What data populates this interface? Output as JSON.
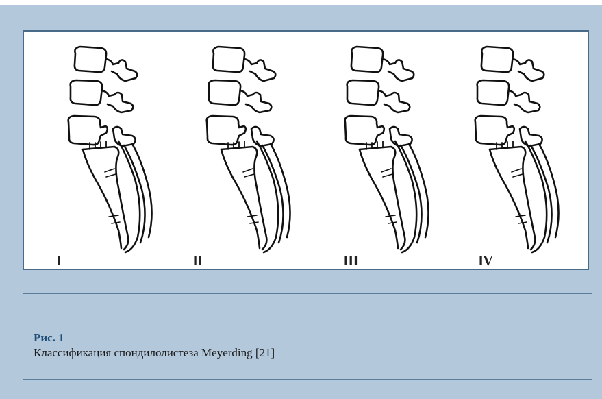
{
  "figure": {
    "panels": [
      {
        "label": "I"
      },
      {
        "label": "II"
      },
      {
        "label": "III"
      },
      {
        "label": "IV"
      }
    ]
  },
  "caption": {
    "title": "Рис. 1",
    "text": "Классификация спондилолистеза Meyerding [21]"
  }
}
